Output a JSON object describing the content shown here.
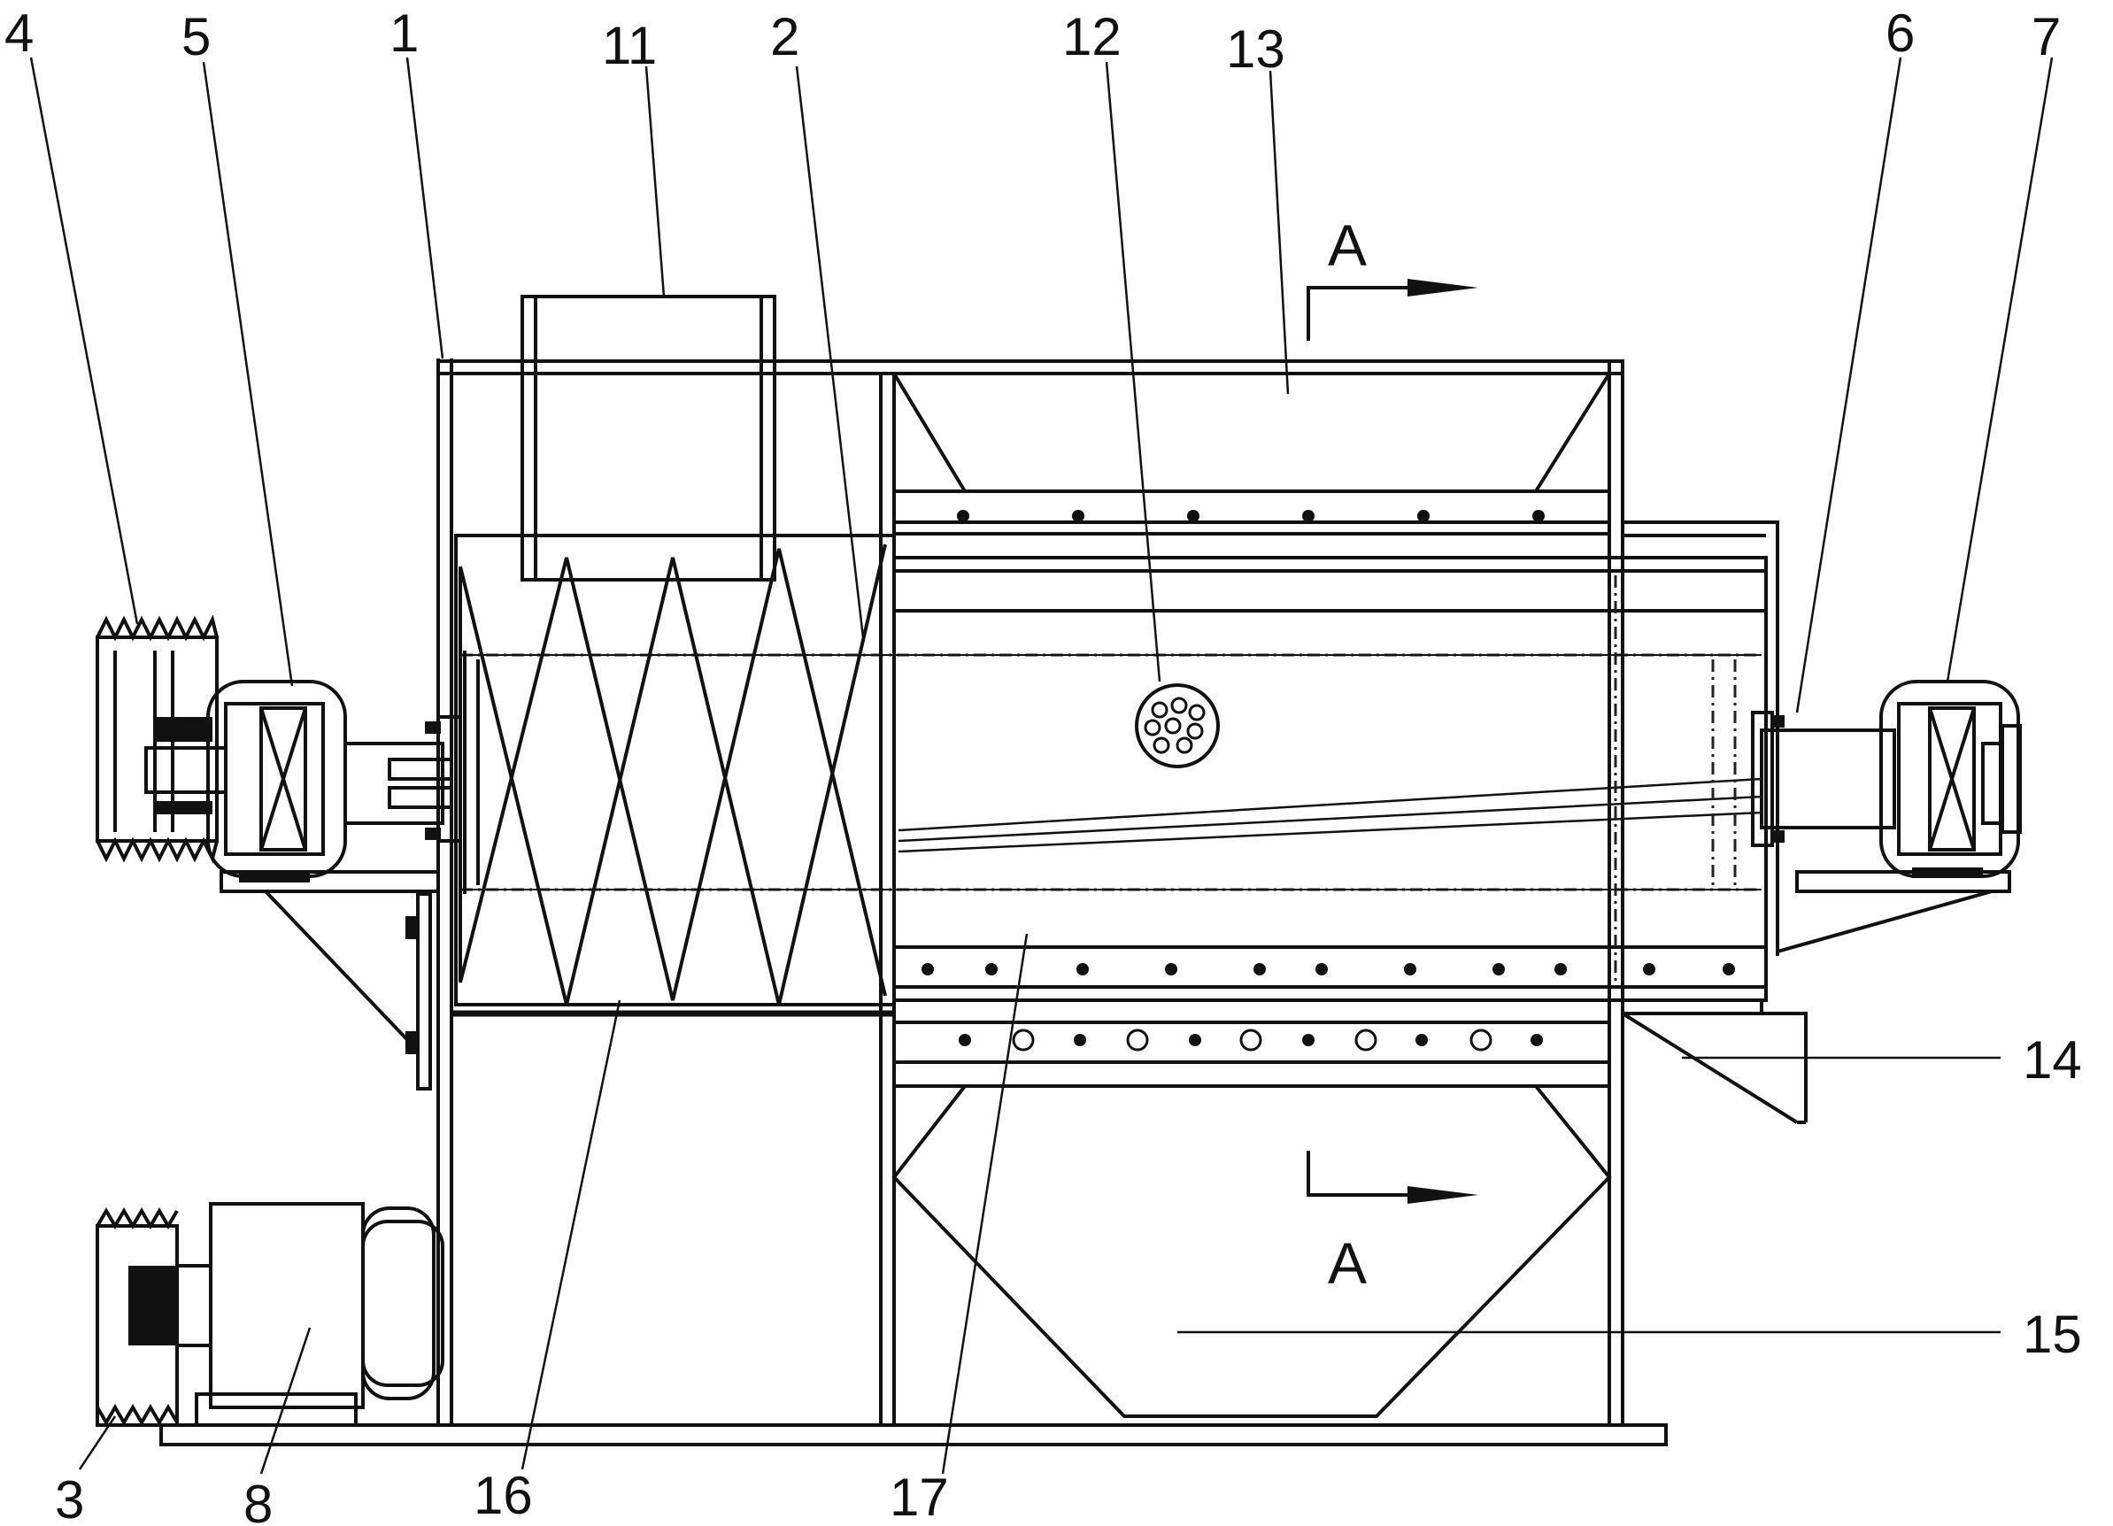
{
  "labels": {
    "l1": "1",
    "l2": "2",
    "l3": "3",
    "l4": "4",
    "l5": "5",
    "l6": "6",
    "l7": "7",
    "l8": "8",
    "l11": "11",
    "l12": "12",
    "l13": "13",
    "l14": "14",
    "l15": "15",
    "l16": "16",
    "l17": "17"
  },
  "section_mark": {
    "top": "A",
    "bottom": "A"
  }
}
